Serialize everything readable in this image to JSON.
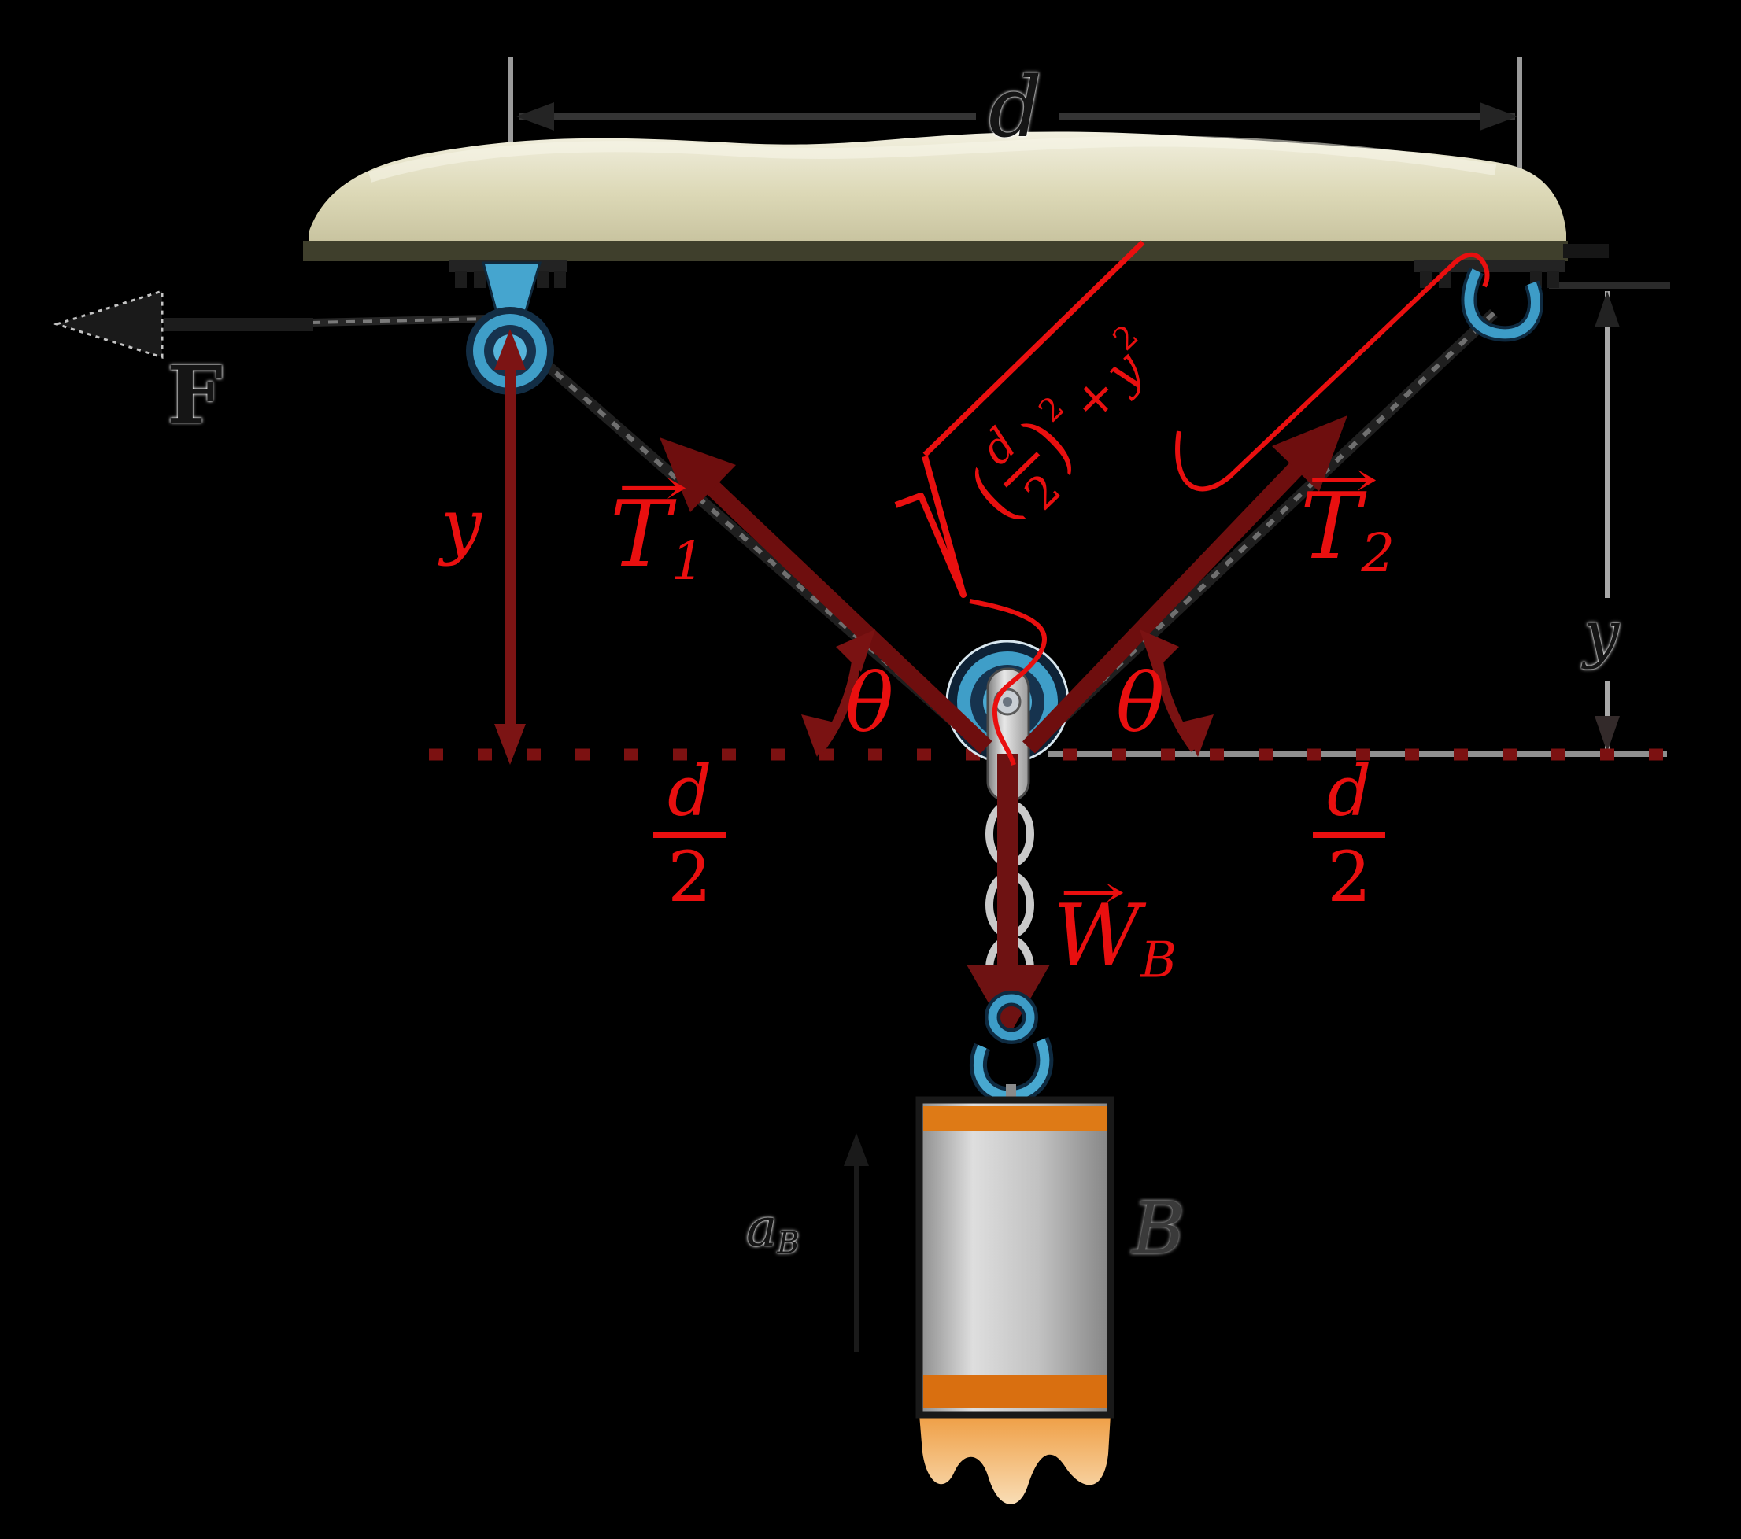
{
  "title": "pulley-table-free-body-diagram",
  "colors": {
    "background": "#000000",
    "bright_red": "#e90f0f",
    "maroon_arrow": "#7a1212",
    "table_tan": "#dcd8b6",
    "pulley_blue": "#3f9ec8",
    "rope_dark": "#262626",
    "block_gray": "#c2c2c2",
    "block_orange": "#de7a16",
    "dim_gray": "#9a9a9a"
  },
  "labels": {
    "force": "F",
    "span_top": "d",
    "height_right": "y",
    "height_left": "y",
    "theta_left": "θ",
    "theta_right": "θ",
    "half_span_left": {
      "numerator": "d",
      "denominator": "2"
    },
    "half_span_right": {
      "numerator": "d",
      "denominator": "2"
    },
    "tension_1": {
      "arrow": "→",
      "base": "T",
      "sub": "1"
    },
    "tension_2": {
      "arrow": "→",
      "base": "T",
      "sub": "2"
    },
    "weight": {
      "arrow": "→",
      "base": "W",
      "sub": "B"
    },
    "acceleration": {
      "base": "a",
      "sub": "B"
    },
    "block": "B",
    "sqrt_expression": {
      "radical": "√",
      "open_paren": "(",
      "numerator": "d",
      "denominator": "2",
      "close_paren": ")",
      "exponent_1": "2",
      "plus": "+",
      "variable": "y",
      "exponent_2": "2"
    }
  }
}
